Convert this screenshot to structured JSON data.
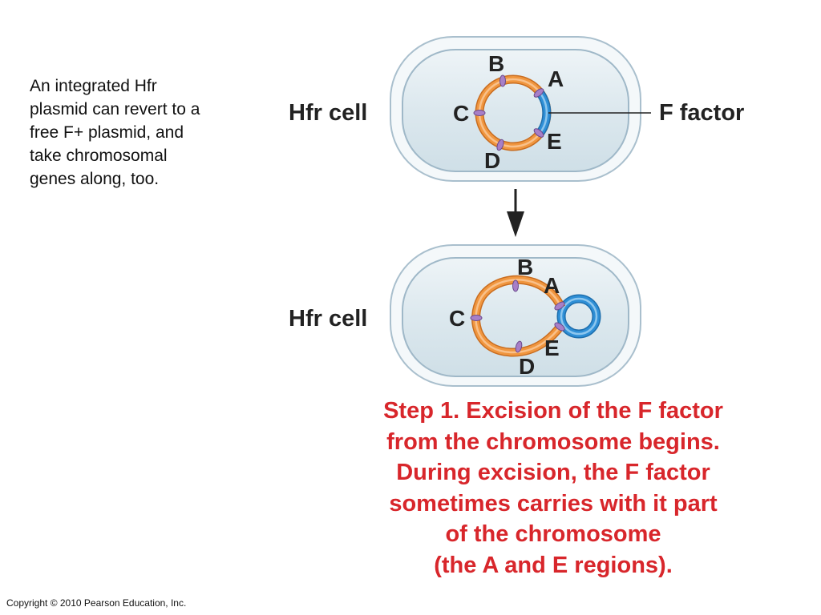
{
  "intro_lines": [
    "An integrated Hfr",
    "plasmid can revert to a",
    "free F+ plasmid, and",
    "take chromosomal",
    "genes along, too."
  ],
  "top_panel": {
    "cell_label": "Hfr cell",
    "factor_label": "F factor",
    "genes": {
      "a": "A",
      "b": "B",
      "c": "C",
      "d": "D",
      "e": "E"
    }
  },
  "bottom_panel": {
    "cell_label": "Hfr cell",
    "genes": {
      "a": "A",
      "b": "B",
      "c": "C",
      "d": "D",
      "e": "E"
    }
  },
  "caption_lines": [
    "Step 1. Excision of the F factor",
    "from the chromosome begins.",
    "During excision, the F factor",
    "sometimes carries with it part",
    "of the chromosome",
    "(the A and E regions)."
  ],
  "copyright": "Copyright © 2010 Pearson Education, Inc.",
  "colors": {
    "chromosome": "#f0963f",
    "chromosome_light": "#f9c089",
    "f_factor": "#2f8fd6",
    "f_factor_light": "#8cc6ee",
    "gene_marker": "#a77fc7",
    "cell_fill": "#dde8ee",
    "cell_outline": "#9fb8c8",
    "caption": "#d8262b"
  }
}
